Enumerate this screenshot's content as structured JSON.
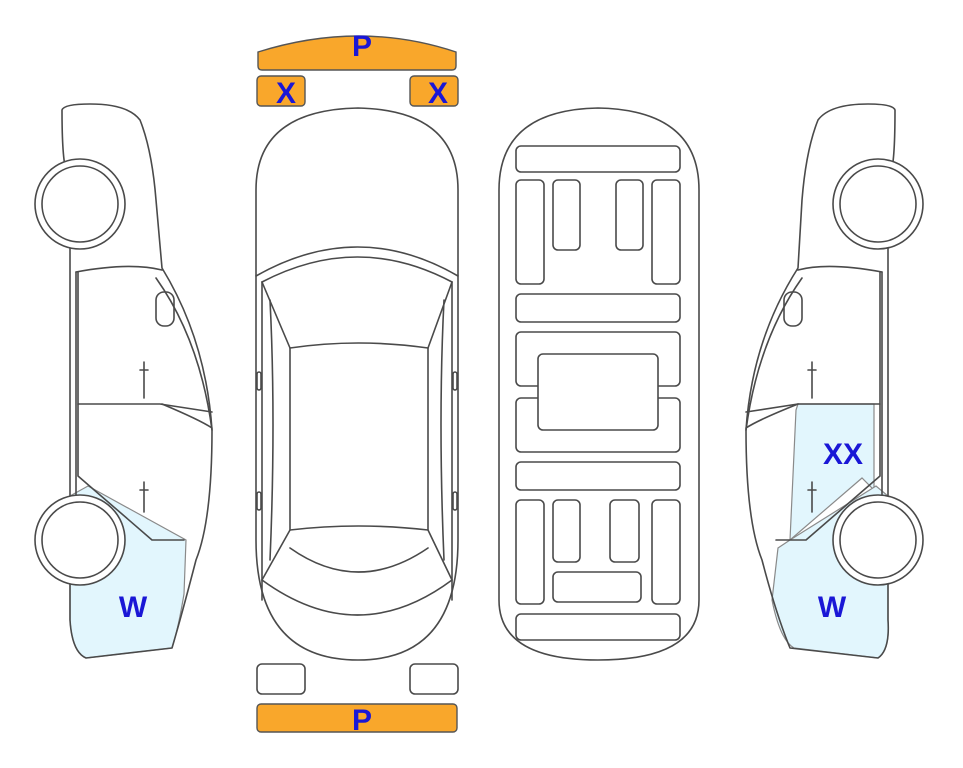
{
  "colors": {
    "part_highlight": "#f9a72b",
    "damage_area": "#e2f6fd",
    "code_text": "#1a17d6",
    "outline": "#4a4a4a"
  },
  "views": [
    "left-side",
    "top",
    "floor-plan",
    "right-side"
  ],
  "markers": {
    "front_bumper": "P",
    "front_left_light": "X",
    "front_right_light": "X",
    "rear_bumper": "P",
    "left_rear_quarter": "W",
    "right_rear_door": "XX",
    "right_rear_quarter": "W"
  }
}
